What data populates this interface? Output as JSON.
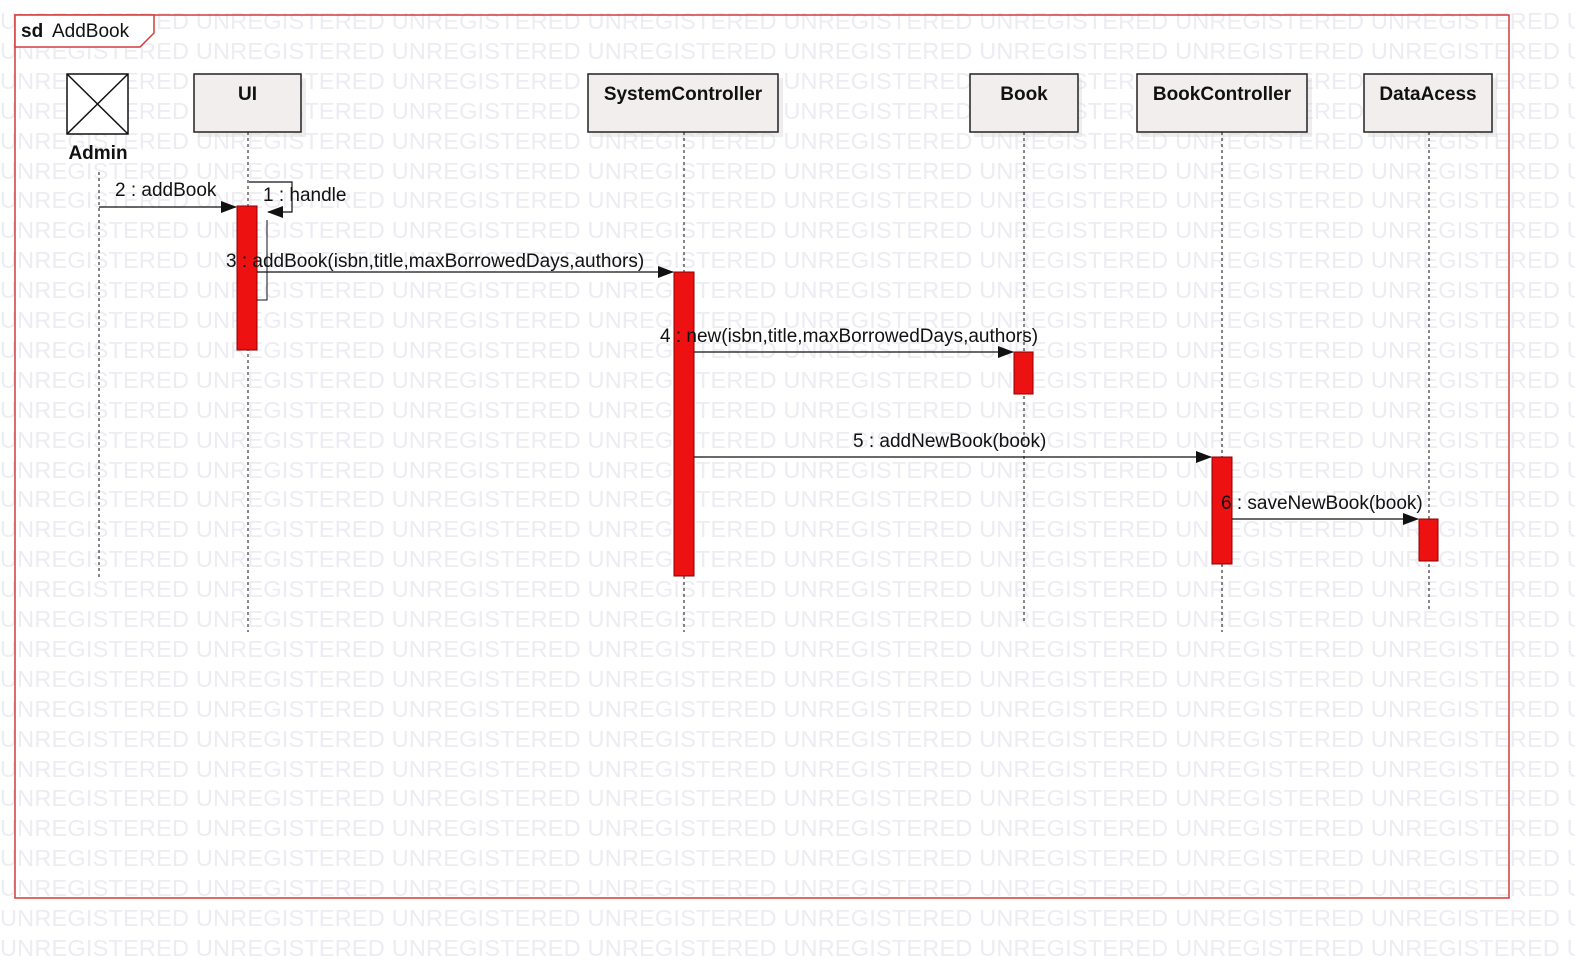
{
  "frame": {
    "kind": "sd",
    "name": "AddBook"
  },
  "watermark_text": "UNREGISTERED",
  "actor": {
    "label": "Admin"
  },
  "lifelines": [
    {
      "id": "ui",
      "label": "UI"
    },
    {
      "id": "system-controller",
      "label": "SystemController"
    },
    {
      "id": "book",
      "label": "Book"
    },
    {
      "id": "book-controller",
      "label": "BookController"
    },
    {
      "id": "data-access",
      "label": "DataAcess"
    }
  ],
  "messages": [
    {
      "label": "2 : addBook"
    },
    {
      "label": "1 : handle"
    },
    {
      "label": "3 : addBook(isbn,title,maxBorrowedDays,authors)"
    },
    {
      "label": "4 : new(isbn,title,maxBorrowedDays,authors)"
    },
    {
      "label": "5 : addNewBook(book)"
    },
    {
      "label": "6 : saveNewBook(book)"
    }
  ],
  "colors": {
    "frame_border": "#d23c3c",
    "activation": "#ee1111",
    "lifeline_box_fill": "#f2eeee",
    "watermark": "#ececf2",
    "line": "#111111"
  }
}
